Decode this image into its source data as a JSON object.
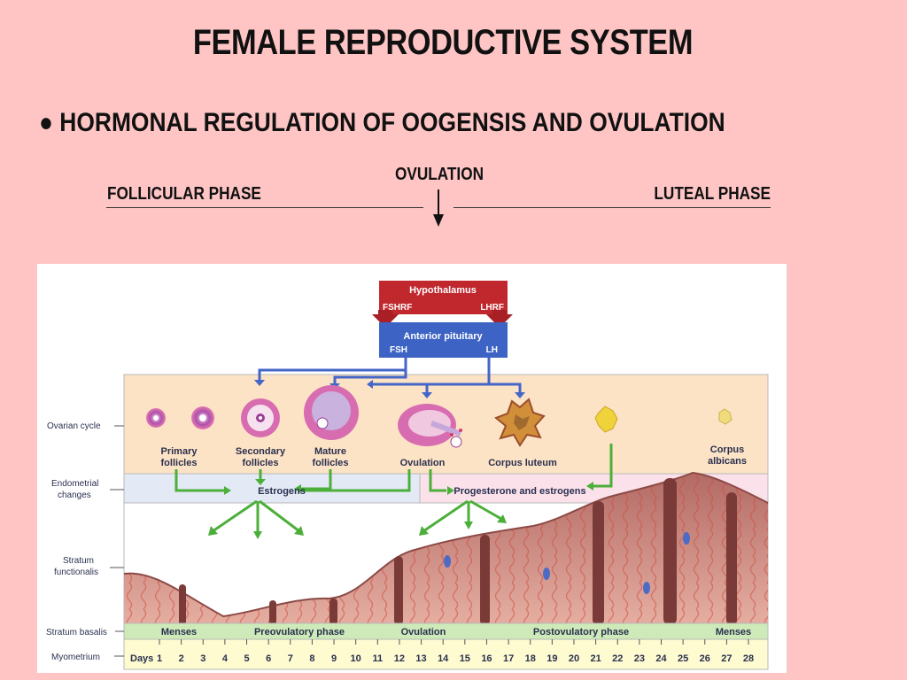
{
  "slide": {
    "title": "FEMALE REPRODUCTIVE SYSTEM",
    "bullet": "● HORMONAL REGULATION OF OOGENSIS AND OVULATION",
    "ovulation_label": "OVULATION",
    "follicular_phase": "FOLLICULAR PHASE",
    "luteal_phase": "LUTEAL PHASE"
  },
  "diagram": {
    "hypothalamus": "Hypothalamus",
    "fshrf": "FSHRF",
    "lhrf": "LHRF",
    "anterior_pituitary": "Anterior pituitary",
    "fsh": "FSH",
    "lh": "LH",
    "row_labels": {
      "ovarian_cycle": "Ovarian cycle",
      "endometrial_1": "Endometrial",
      "endometrial_2": "changes",
      "functionalis_1": "Stratum",
      "functionalis_2": "functionalis",
      "basalis": "Stratum basalis",
      "myometrium": "Myometrium"
    },
    "stages": [
      {
        "line1": "Primary",
        "line2": "follicles"
      },
      {
        "line1": "Secondary",
        "line2": "follicles"
      },
      {
        "line1": "Mature",
        "line2": "follicles"
      },
      {
        "line1": "Ovulation",
        "line2": ""
      },
      {
        "line1": "Corpus luteum",
        "line2": ""
      },
      {
        "line1": "Corpus",
        "line2": "albicans"
      }
    ],
    "estrogens": "Estrogens",
    "progesterone": "Progesterone and estrogens",
    "phases": [
      "Menses",
      "Preovulatory phase",
      "Ovulation",
      "Postovulatory phase",
      "Menses"
    ],
    "days_label": "Days",
    "days": [
      "1",
      "2",
      "3",
      "4",
      "5",
      "6",
      "7",
      "8",
      "9",
      "10",
      "11",
      "12",
      "13",
      "14",
      "15",
      "16",
      "17",
      "18",
      "19",
      "20",
      "21",
      "22",
      "23",
      "24",
      "25",
      "26",
      "27",
      "28"
    ],
    "colors": {
      "hypothalamus": "#c0282e",
      "pituitary": "#3d64c4",
      "arrow_blue": "#4466c8",
      "arrow_green": "#4caf3a",
      "ovary_band": "#fde3c5",
      "tissue": "#c9857c",
      "days_band": "#fdfbcf"
    }
  }
}
